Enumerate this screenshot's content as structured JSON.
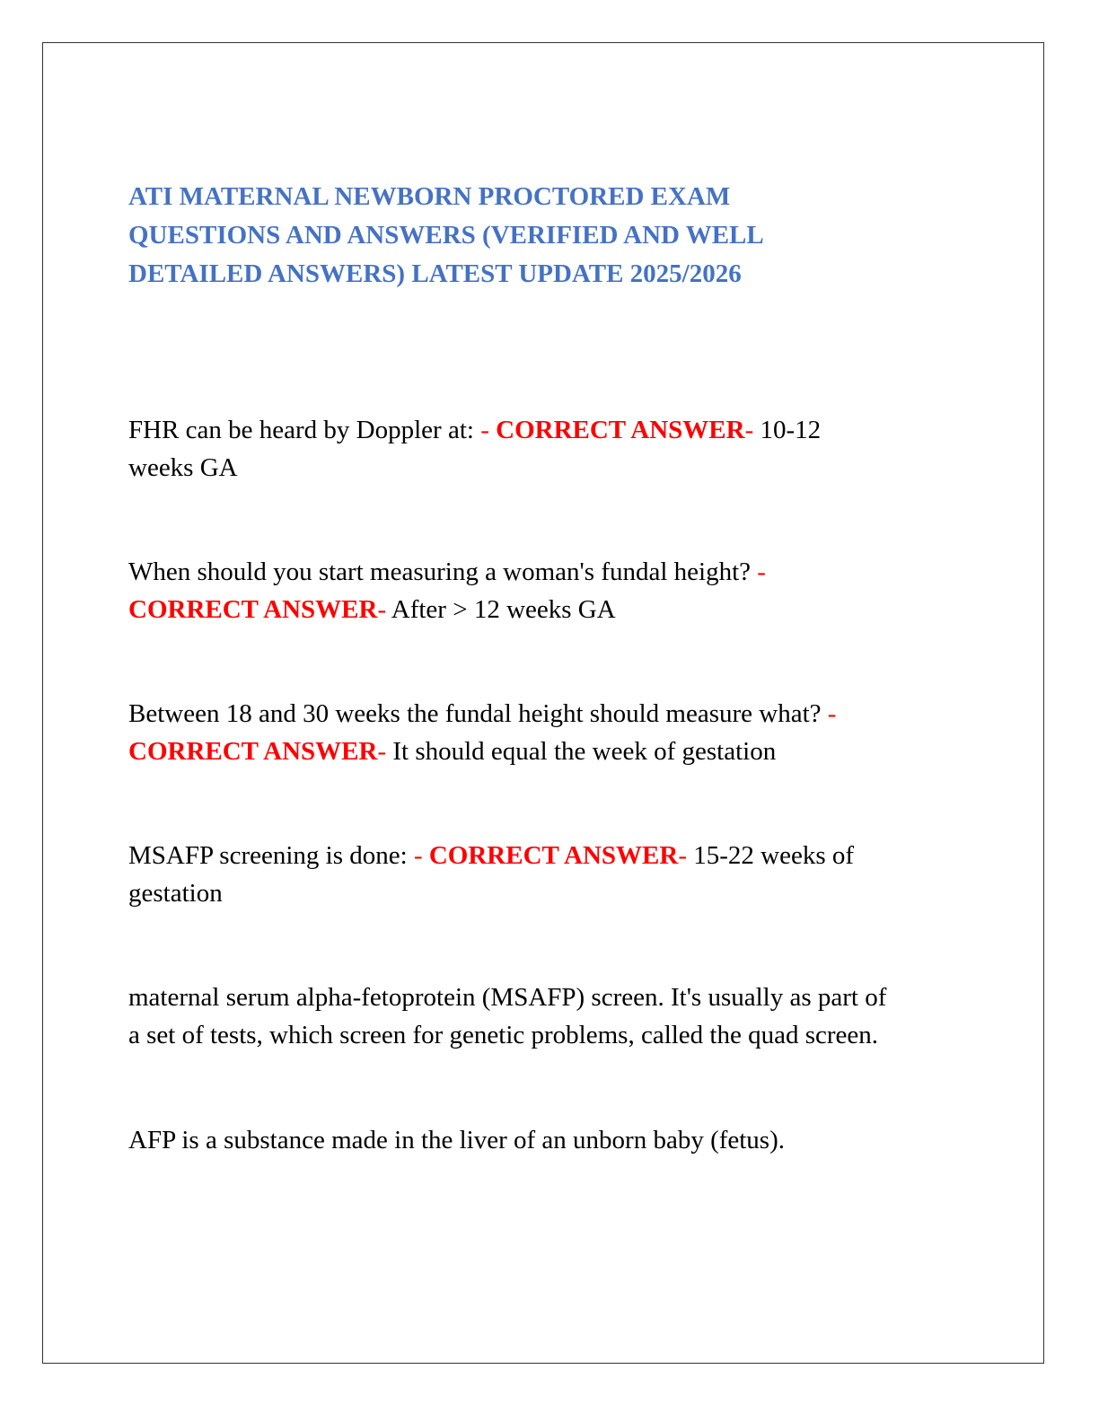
{
  "document": {
    "title_lines": [
      " ATI MATERNAL NEWBORN PROCTORED EXAM",
      "QUESTIONS AND ANSWERS (VERIFIED AND WELL",
      "DETAILED ANSWERS) LATEST UPDATE 2025/2026"
    ],
    "answer_separator": "- ",
    "answer_label": "CORRECT ANSWER",
    "answer_suffix": "-",
    "qa": [
      {
        "question": "FHR can be heard by Doppler at: ",
        "answer_line1": " 10-12",
        "answer_line2": "weeks GA"
      },
      {
        "question": "When should you start measuring a woman's fundal height? ",
        "answer": " After > 12 weeks GA"
      },
      {
        "question": "Between 18 and 30 weeks the fundal height should measure what? ",
        "answer": " It should equal the week of gestation"
      },
      {
        "question": "MSAFP screening is done: ",
        "answer_line1": " 15-22 weeks of",
        "answer_line2": "gestation"
      }
    ],
    "notes": [
      {
        "line1": "maternal serum alpha-fetoprotein (MSAFP) screen. It's usually as part of",
        "line2": "a set of tests, which screen for genetic problems, called the quad screen."
      },
      {
        "line1": "AFP is a substance made in the liver of an unborn baby (fetus)."
      }
    ],
    "colors": {
      "title": "#4472c4",
      "answer_label": "#ff0000",
      "body": "#000000"
    }
  }
}
